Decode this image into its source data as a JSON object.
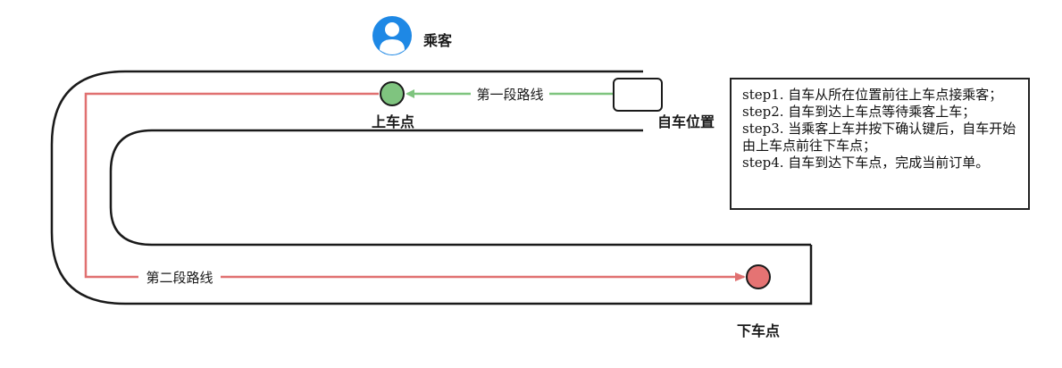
{
  "labels": {
    "passenger": "乘客",
    "pickup": "上车点",
    "own_position": "自车位置",
    "dropoff": "下车点",
    "route1": "第一段路线",
    "route2": "第二段路线"
  },
  "steps": [
    "step1. 自车从所在位置前往上车点接乘客；",
    "step2. 自车到达上车点等待乘客上车；",
    "step3. 当乘客上车并按下确认键后，自车开始由上车点前往下车点；",
    "step4. 自车到达下车点，完成当前订单。"
  ],
  "colors": {
    "route1": "#7ec47e",
    "route2": "#e07070",
    "pickup_fill": "#7fc47f",
    "dropoff_fill": "#e57373",
    "avatar": "#1e88e5",
    "road": "#1a1a1a"
  },
  "icons": {
    "passenger": "person-avatar-icon"
  }
}
